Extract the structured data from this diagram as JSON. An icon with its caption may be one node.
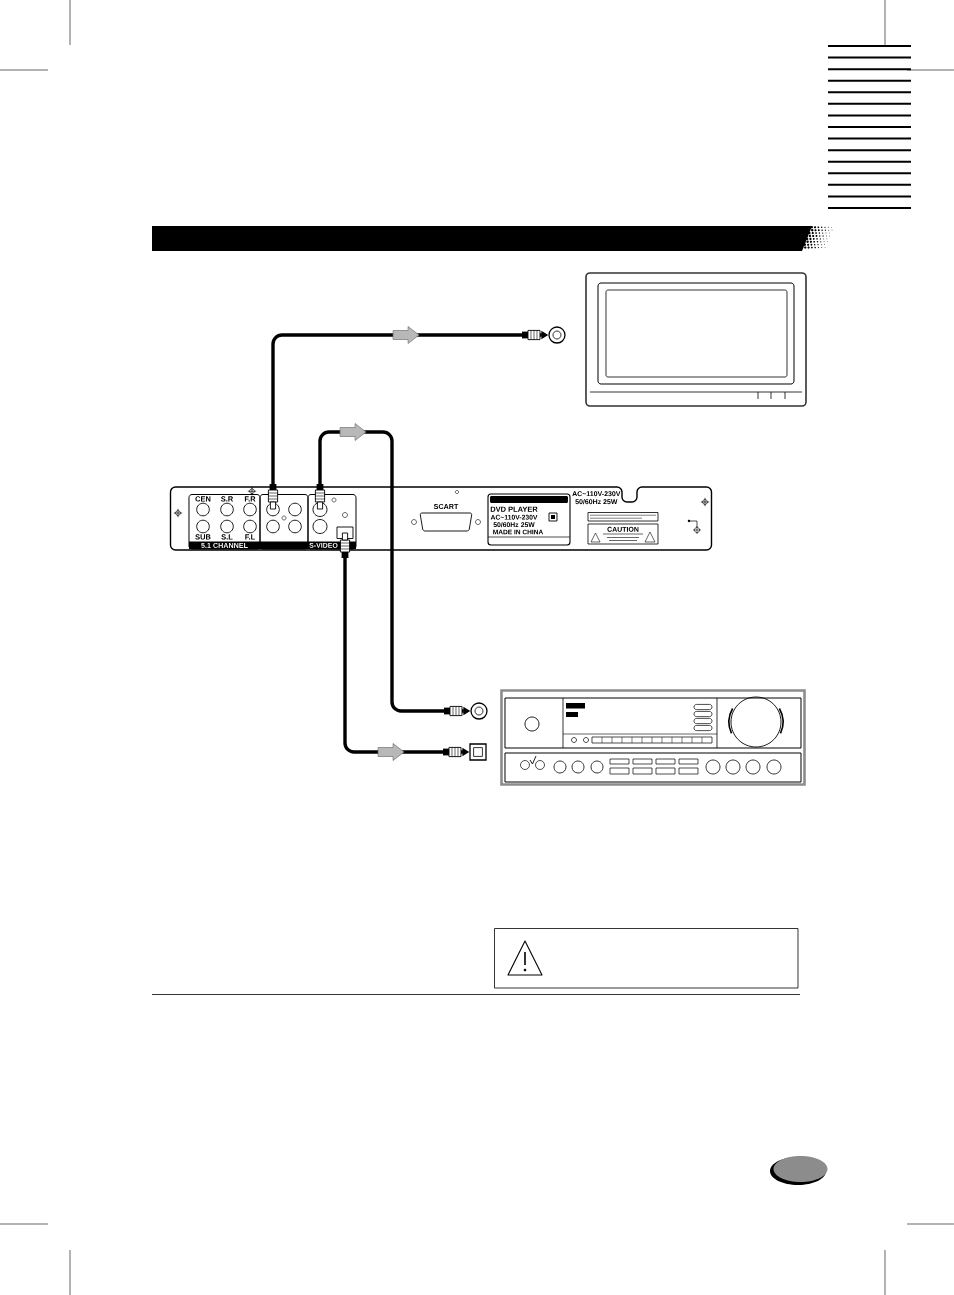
{
  "diagram": {
    "nodes": [
      {
        "text": [],
        "shape": "picture"
      },
      {
        "text": [],
        "shape": "circle"
      },
      {
        "text": [],
        "shape": "picture"
      },
      {
        "text": [],
        "shape": "picture"
      },
      {
        "text": [],
        "shape": "circle"
      },
      {
        "text": [],
        "shape": "box"
      }
    ],
    "edges": [
      {
        "from": 2,
        "to": 1,
        "arrow": "to"
      },
      {
        "from": 2,
        "to": 4,
        "arrow": "to"
      },
      {
        "from": 2,
        "to": 5,
        "arrow": "to"
      }
    ],
    "labels": [
      "CEN",
      "S.R",
      "F.R",
      "SUB",
      "S.L",
      "F.L",
      "5.1 CHANNEL",
      "S-VIDEO",
      "SCART",
      "DVD PLAYER",
      "AC~110V-230V 50/60Hz 25W",
      "MADE IN CHINA",
      "AC~110V-230V",
      "50/60Hz 25W",
      "CAUTION"
    ]
  }
}
